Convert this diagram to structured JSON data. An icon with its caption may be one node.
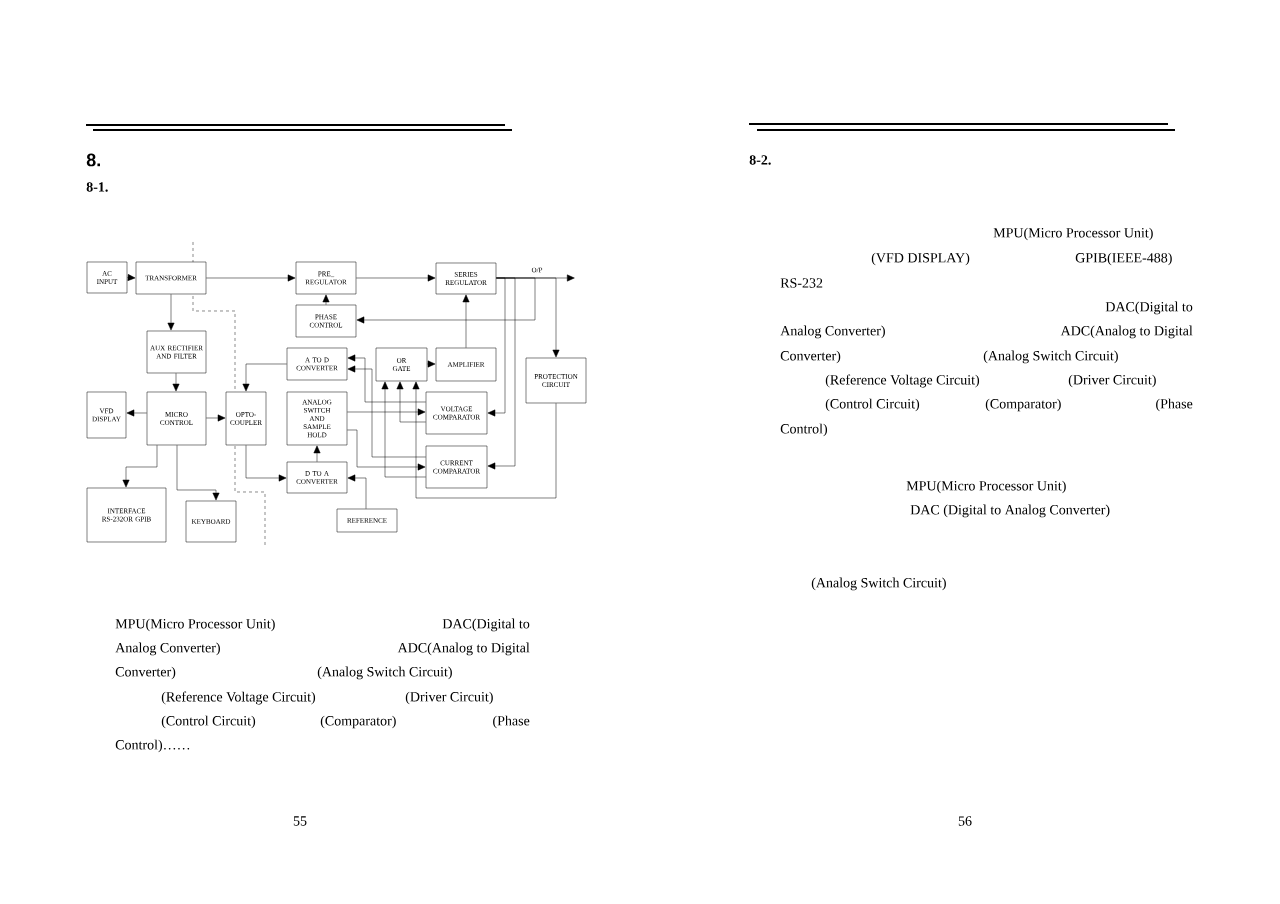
{
  "diagram": {
    "nodes": [
      {
        "text": [
          "AC INPUT"
        ]
      },
      {
        "text": [
          "TRANSFORMER"
        ]
      },
      {
        "text": [
          "PRE_ REGULATOR"
        ]
      },
      {
        "text": [
          "SERIES REGULATOR"
        ]
      },
      {
        "text": [
          "PHASE CONTROL"
        ]
      },
      {
        "text": [
          "AUX RECTIFIER AND FILTER"
        ]
      },
      {
        "text": [
          "A TO D CONVERTER"
        ]
      },
      {
        "text": [
          "OR GATE"
        ]
      },
      {
        "text": [
          "AMPLIFIER"
        ]
      },
      {
        "text": [
          "PROTECTION CIRCUIT"
        ]
      },
      {
        "text": [
          "VFD DISPLAY"
        ]
      },
      {
        "text": [
          "MICRO CONTROL"
        ]
      },
      {
        "text": [
          "OPTO- COUPLER"
        ]
      },
      {
        "text": [
          "ANALOG SWITCH AND SAMPLE HOLD"
        ]
      },
      {
        "text": [
          "VOLTAGE COMPARATOR"
        ]
      },
      {
        "text": [
          "CURRENT COMPARATOR"
        ]
      },
      {
        "text": [
          "D TO A CONVERTER"
        ]
      },
      {
        "text": [
          "INTERFACE RS-232OR GPIB"
        ]
      },
      {
        "text": [
          "KEYBOARD"
        ]
      },
      {
        "text": [
          "REFERENCE"
        ]
      }
    ],
    "edges": [
      {
        "from": 0,
        "to": 1,
        "arrow": "to"
      },
      {
        "from": 1,
        "to": 2,
        "arrow": "to"
      },
      {
        "from": 2,
        "to": 3,
        "arrow": "to"
      },
      {
        "from": 3,
        "to": null,
        "arrow": "to",
        "label": "O/P"
      },
      {
        "from": 1,
        "to": 5,
        "arrow": "to"
      },
      {
        "from": 5,
        "to": 11,
        "arrow": "to"
      },
      {
        "from": 11,
        "to": 10,
        "arrow": "to"
      },
      {
        "from": 11,
        "to": 12,
        "arrow": "to"
      },
      {
        "from": 11,
        "to": 17,
        "arrow": "to"
      },
      {
        "from": 11,
        "to": 18,
        "arrow": "to"
      },
      {
        "from": 6,
        "to": 12,
        "arrow": "to"
      },
      {
        "from": 12,
        "to": 16,
        "arrow": "to"
      },
      {
        "from": 16,
        "to": 13,
        "arrow": "to"
      },
      {
        "from": 19,
        "to": 16,
        "arrow": "to"
      },
      {
        "from": 7,
        "to": 8,
        "arrow": "to"
      },
      {
        "from": 8,
        "to": 3,
        "arrow": "to"
      },
      {
        "from": 4,
        "to": 2,
        "arrow": "to"
      },
      {
        "from": 3,
        "to": 4,
        "arrow": "to"
      },
      {
        "from": 3,
        "to": 9,
        "arrow": "to"
      },
      {
        "from": 3,
        "to": 14,
        "arrow": "to"
      },
      {
        "from": 3,
        "to": 15,
        "arrow": "to"
      },
      {
        "from": 9,
        "to": 7,
        "arrow": "to"
      },
      {
        "from": 14,
        "to": 7,
        "arrow": "to"
      },
      {
        "from": 15,
        "to": 7,
        "arrow": "to"
      },
      {
        "from": 13,
        "to": 14,
        "arrow": "to"
      },
      {
        "from": 13,
        "to": 15,
        "arrow": "to"
      },
      {
        "from": 14,
        "to": 6,
        "arrow": "to"
      },
      {
        "from": 15,
        "to": 6,
        "arrow": "to"
      }
    ],
    "labels": [
      "8.",
      "8-1.",
      "MPU(Micro Processor Unit)",
      "DAC(Digital to",
      "Analog Converter)",
      "ADC(Analog to Digital",
      "Converter)",
      "(Analog Switch Circuit)",
      "(Reference Voltage Circuit)",
      "(Driver Circuit)",
      "(Control Circuit)",
      "(Comparator)",
      "(Phase",
      "Control)……",
      "55",
      "8-2.",
      "MPU(Micro Processor Unit)",
      "(VFD DISPLAY)",
      "GPIB(IEEE-488)",
      "RS-232",
      "DAC(Digital to",
      "Analog Converter)",
      "ADC(Analog to Digital",
      "Converter)",
      "(Analog Switch Circuit)",
      "(Reference Voltage Circuit)",
      "(Driver Circuit)",
      "(Control Circuit)",
      "(Comparator)",
      "(Phase",
      "Control)",
      "MPU(Micro Processor Unit)",
      "DAC (Digital to Analog Converter)",
      "(Analog Switch Circuit)",
      "56"
    ]
  }
}
